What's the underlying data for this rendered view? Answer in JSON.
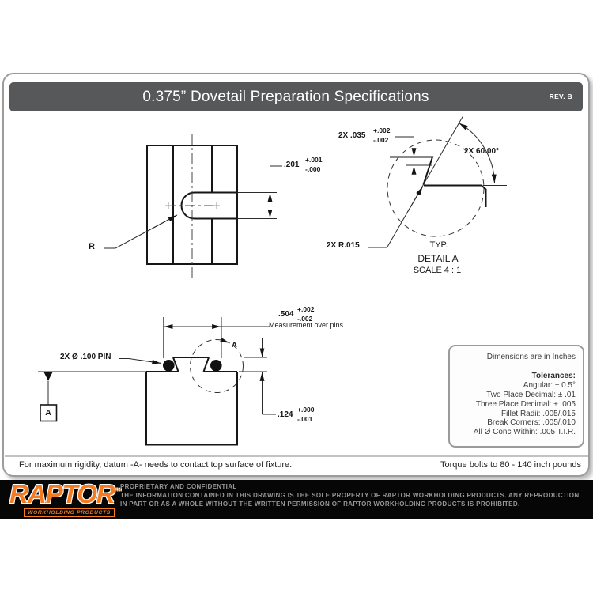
{
  "title_bar": {
    "title": "0.375” Dovetail Preparation Specifications",
    "rev": "REV. B"
  },
  "front_view": {
    "radius_label": "R",
    "slot_height_dim": {
      "value": ".201",
      "plus": "+.001",
      "minus": "-.000"
    }
  },
  "detail_a": {
    "step_dim": {
      "value": "2X .035",
      "plus": "+.002",
      "minus": "-.002"
    },
    "angle_dim": "2X 60.00°",
    "radius_dim": "2X R.015",
    "typ_label": "TYP.",
    "detail_label": "DETAIL A",
    "scale_label": "SCALE 4 : 1"
  },
  "section_view": {
    "pin_callout": "2X Ø .100 PIN",
    "over_pins_dim": {
      "value": ".504",
      "plus": "+.002",
      "minus": "-.002",
      "note": "Measurement over pins"
    },
    "depth_dim": {
      "value": ".124",
      "plus": "+.000",
      "minus": "-.001"
    },
    "datum_label": "A",
    "detail_circle_label": "A"
  },
  "tolerance_box": {
    "units_note": "Dimensions are in Inches",
    "heading": "Tolerances:",
    "items": [
      "Angular: ± 0.5°",
      "Two Place Decimal:  ± .01",
      "Three Place Decimal:  ± .005",
      "Fillet Radii: .005/.015",
      "Break Corners: .005/.010",
      "All Ø Conc Within: .005 T.I.R."
    ]
  },
  "notes": {
    "left": "For maximum rigidity, datum -A- needs to contact top surface of fixture.",
    "right": "Torque bolts to 80 - 140 inch pounds"
  },
  "footer": {
    "brand": "RAPTOR",
    "trademark": "™",
    "brand_sub": "WORKHOLDING PRODUCTS",
    "legal_line1": "PROPRIETARY AND CONFIDENTIAL",
    "legal_line2": "THE INFORMATION CONTAINED IN THIS DRAWING IS THE SOLE PROPERTY OF RAPTOR WORKHOLDING PRODUCTS. ANY REPRODUCTION",
    "legal_line3": "IN PART OR AS A WHOLE WITHOUT THE WRITTEN PERMISSION OF RAPTOR WORKHOLDING PRODUCTS IS PROHIBITED."
  },
  "colors": {
    "title_bar": "#57585a",
    "brand_orange": "#f47b20",
    "line_black": "#161616",
    "sheet_border": "#9c9c9c"
  }
}
